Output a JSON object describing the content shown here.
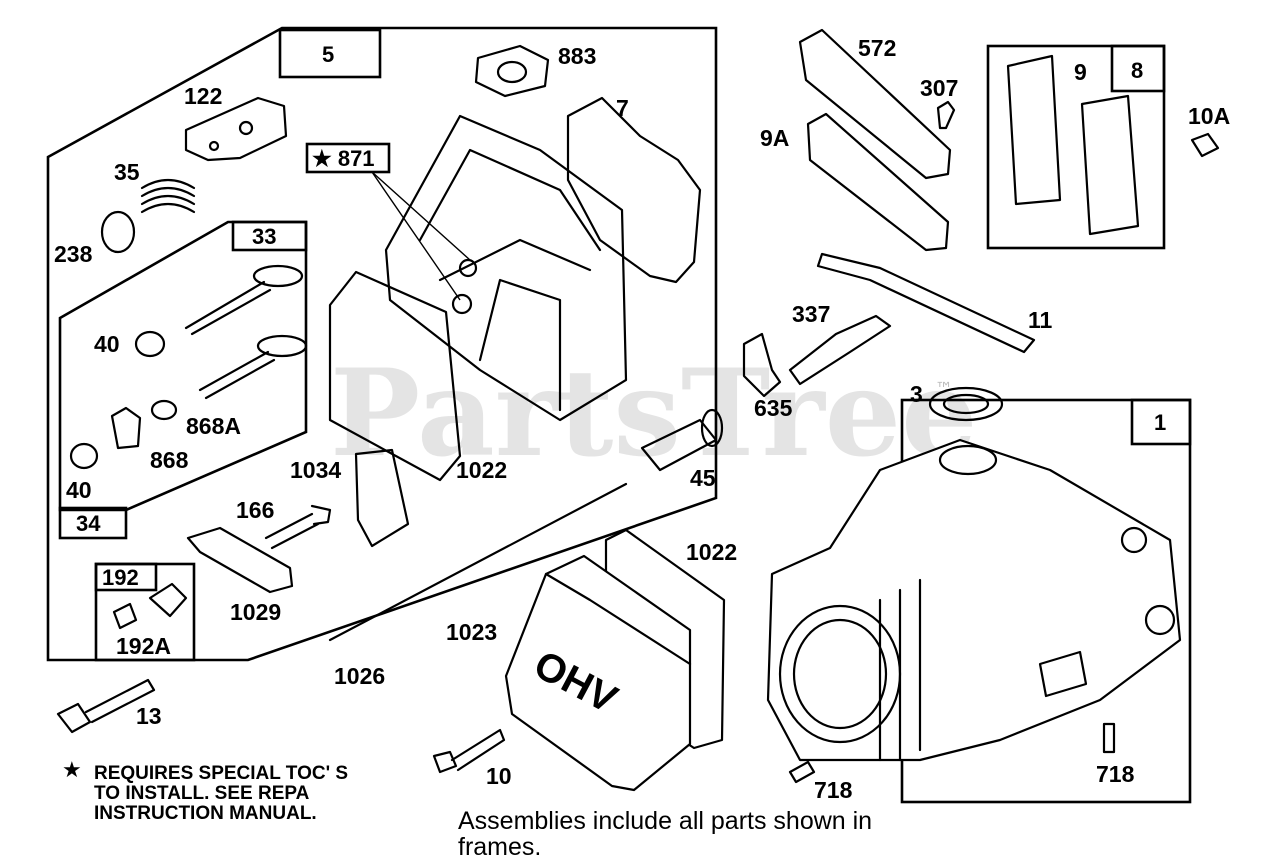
{
  "watermark": "PartsTree",
  "watermark_mark": "™",
  "labels": {
    "l_5": "5",
    "l_883": "883",
    "l_7": "7",
    "l_122": "122",
    "l_871": "★ 871",
    "l_35": "35",
    "l_238": "238",
    "l_33": "33",
    "l_40a": "40",
    "l_868A": "868A",
    "l_868": "868",
    "l_40b": "40",
    "l_34": "34",
    "l_1022a": "1022",
    "l_1034": "1034",
    "l_166": "166",
    "l_192": "192",
    "l_192A": "192A",
    "l_1029": "1029",
    "l_572": "572",
    "l_307": "307",
    "l_9A": "9A",
    "l_9": "9",
    "l_8": "8",
    "l_10A": "10A",
    "l_337": "337",
    "l_11": "11",
    "l_635": "635",
    "l_45": "45",
    "l_3": "3",
    "l_1": "1",
    "l_1022b": "1022",
    "l_1023": "1023",
    "l_1026": "1026",
    "l_13": "13",
    "l_10": "10",
    "l_718a": "718",
    "l_718b": "718",
    "l_ohv": "OHV"
  },
  "note": {
    "star": "★",
    "line1": "REQUIRES SPECIAL TOC' S",
    "line2": "TO INSTALL.  SEE REPA",
    "line3": "INSTRUCTION MANUAL."
  },
  "caption": {
    "line1": "Assemblies include all parts shown in",
    "line2": "frames."
  },
  "colors": {
    "ink": "#000000",
    "paper": "#ffffff",
    "watermark": "#c8c8c8"
  }
}
